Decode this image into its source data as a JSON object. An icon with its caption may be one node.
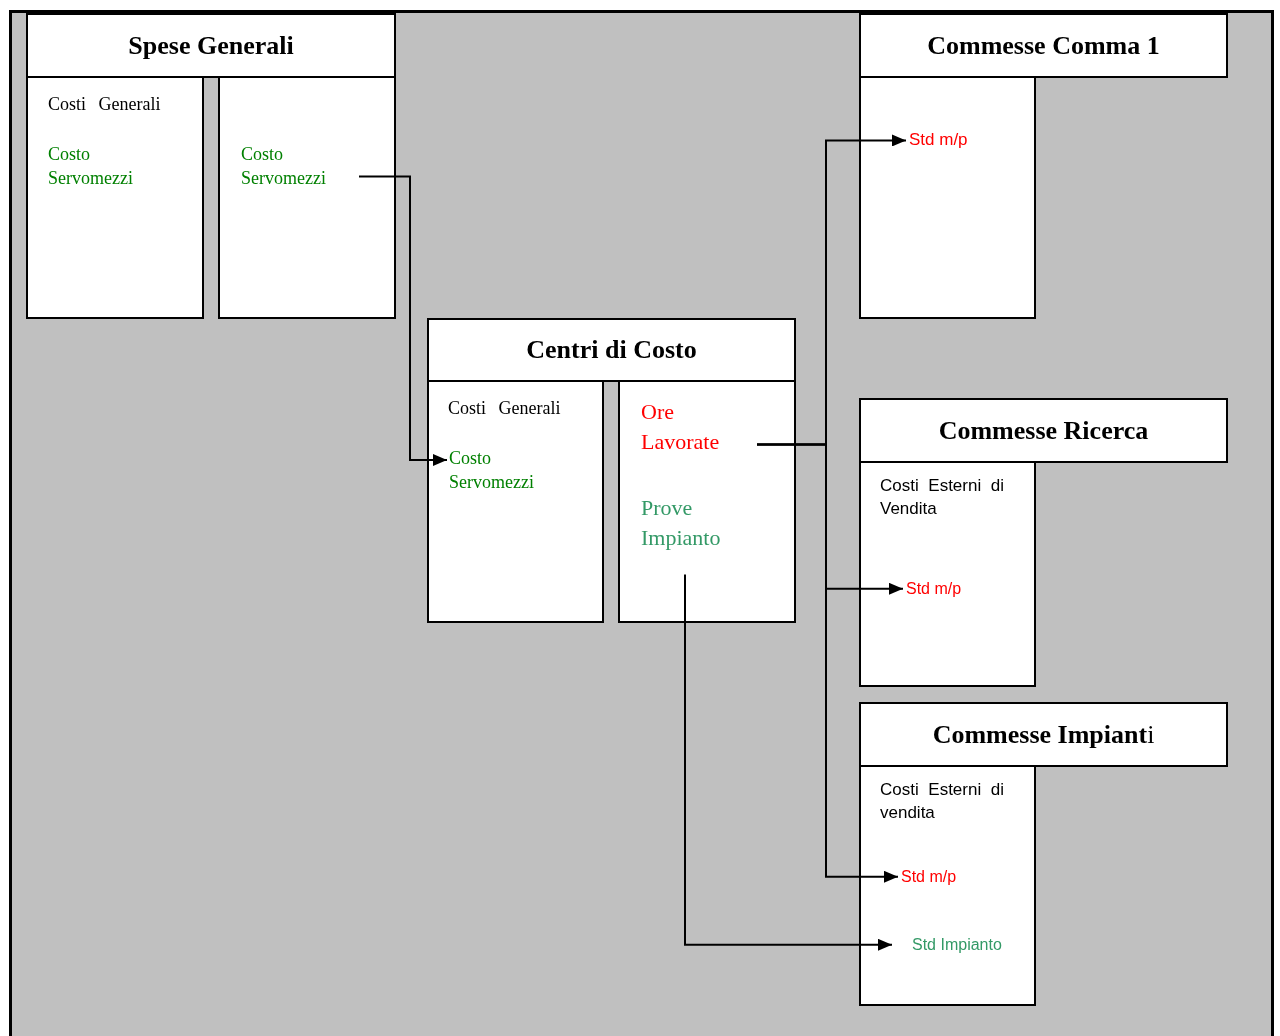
{
  "diagram": {
    "nodes": [
      {
        "text": [
          "Spese Generali"
        ]
      },
      {
        "text": [
          "Costi Generali",
          "Costo Servomezzi"
        ]
      },
      {
        "text": [],
        "shape": "box"
      },
      {
        "text": [
          "Costo Servomezzi"
        ],
        "in": 2
      },
      {
        "text": [
          "Centri di Costo"
        ]
      },
      {
        "text": [
          "Costi Generali"
        ]
      },
      {
        "text": [
          "Costo Servomezzi"
        ],
        "in": 5
      },
      {
        "text": [],
        "shape": "box"
      },
      {
        "text": [
          "Ore Lavorate"
        ],
        "in": 7
      },
      {
        "text": [
          "Prove Impianto"
        ],
        "in": 7
      },
      {
        "text": [
          "Commesse Comma 1"
        ]
      },
      {
        "text": [],
        "shape": "box"
      },
      {
        "text": [
          "Std m/p"
        ],
        "in": 11
      },
      {
        "text": [
          "Commesse Ricerca"
        ]
      },
      {
        "text": [
          "Costi Esterni di Vendita"
        ]
      },
      {
        "text": [
          "Std m/p"
        ],
        "in": 14
      },
      {
        "text": [
          "**Commesse Impiant**i"
        ]
      },
      {
        "text": [
          "Costi Esterni di vendita"
        ]
      },
      {
        "text": [
          "Std m/p"
        ],
        "in": 17
      },
      {
        "text": [
          "Std Impianto"
        ],
        "in": 17
      }
    ],
    "edges": [
      {
        "from": 3,
        "to": 6,
        "arrow": "to"
      },
      {
        "from": 8,
        "to": 12,
        "arrow": "to"
      },
      {
        "from": 8,
        "to": 15,
        "arrow": "to"
      },
      {
        "from": 8,
        "to": 18,
        "arrow": "to"
      },
      {
        "from": 9,
        "to": 19,
        "arrow": "to"
      }
    ]
  }
}
